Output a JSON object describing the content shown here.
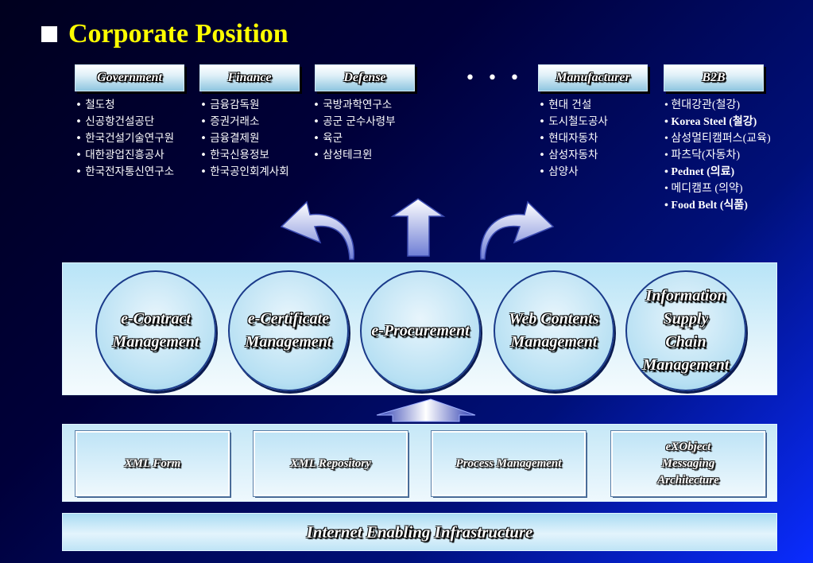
{
  "title": "Corporate Position",
  "ellipsis": "• • •",
  "categories": [
    {
      "label": "Government",
      "items": [
        "철도청",
        "신공항건설공단",
        "한국건설기술연구원",
        "대한광업진흥공사",
        "한국전자통신연구소"
      ]
    },
    {
      "label": "Finance",
      "items": [
        "금융감독원",
        "증권거래소",
        "금융결제원",
        "한국신용정보",
        "한국공인회계사회"
      ]
    },
    {
      "label": "Defense",
      "items": [
        "국방과학연구소",
        "공군 군수사령부",
        "육군",
        "삼성테크윈"
      ]
    },
    {
      "label": "Manufacturer",
      "items": [
        "현대 건설",
        "도시철도공사",
        "현대자동차",
        "삼성자동차",
        "삼양사"
      ]
    },
    {
      "label": "B2B",
      "items": [
        "현대강관(철강)",
        "Korea Steel (철강)",
        "삼성멀티캠퍼스(교육)",
        "파츠닥(자동차)",
        "Pednet (의료)",
        "메디캠프 (의약)",
        "Food Belt (식품)"
      ]
    }
  ],
  "modules": [
    "e-Contract\nManagement",
    "e-Certificate\nManagement",
    "e-Procurement",
    "Web Contents\nManagement",
    "Information\nSupply\nChain\nManagement"
  ],
  "components": [
    "XML Form",
    "XML Repository",
    "Process Management",
    "eXObject\nMessaging\nArchitecture"
  ],
  "infrastructure": "Internet Enabling Infrastructure"
}
